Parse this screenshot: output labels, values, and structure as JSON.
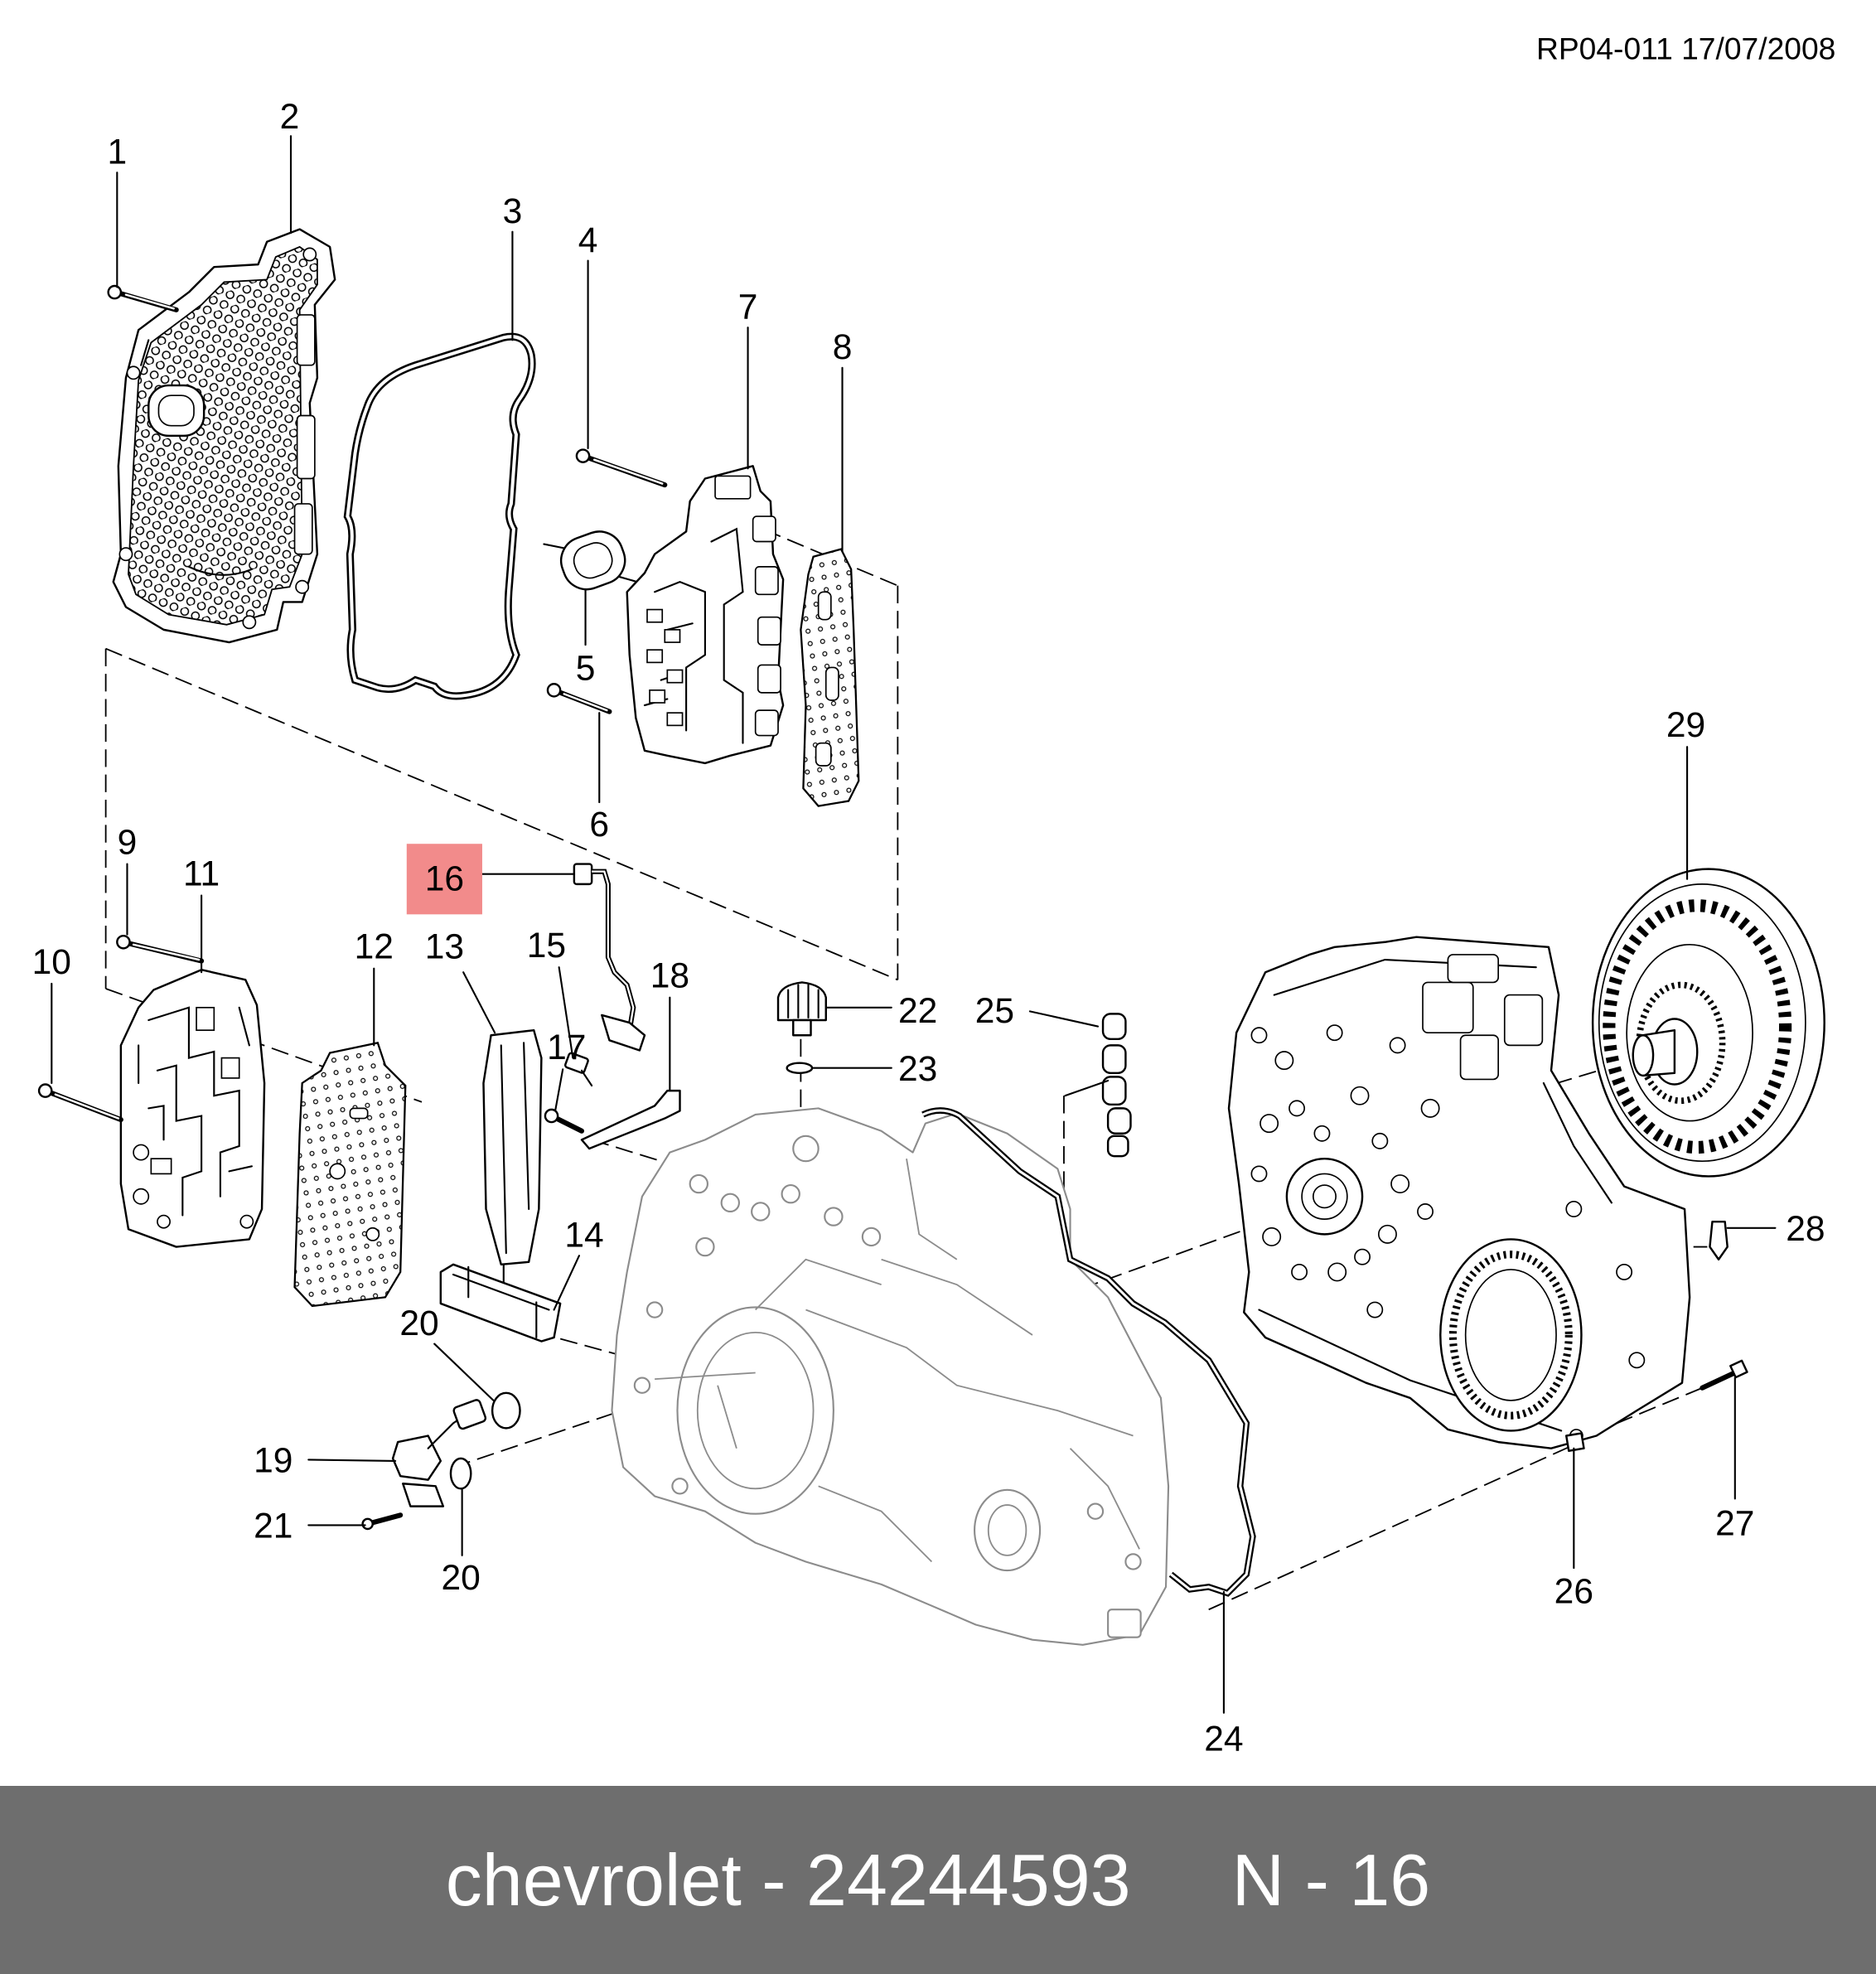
{
  "header": {
    "sheet_ref": "RP04-011 17/07/2008"
  },
  "callouts": {
    "c1": "1",
    "c2": "2",
    "c3": "3",
    "c4": "4",
    "c5": "5",
    "c6": "6",
    "c7": "7",
    "c8": "8",
    "c9": "9",
    "c10": "10",
    "c11": "11",
    "c12": "12",
    "c13": "13",
    "c14": "14",
    "c15": "15",
    "c16": "16",
    "c17": "17",
    "c18": "18",
    "c19": "19",
    "c20a": "20",
    "c20b": "20",
    "c21": "21",
    "c22": "22",
    "c23": "23",
    "c24": "24",
    "c25": "25",
    "c26": "26",
    "c27": "27",
    "c28": "28",
    "c29": "29"
  },
  "footer": {
    "part_text": "chevrolet - 24244593",
    "ref_text": "N - 16"
  },
  "colors": {
    "highlight": "#f28b8b",
    "footer_bg": "#6e6e6e",
    "footer_text": "#ffffff",
    "line": "#000000",
    "ghost_line": "#8c8c8c"
  }
}
